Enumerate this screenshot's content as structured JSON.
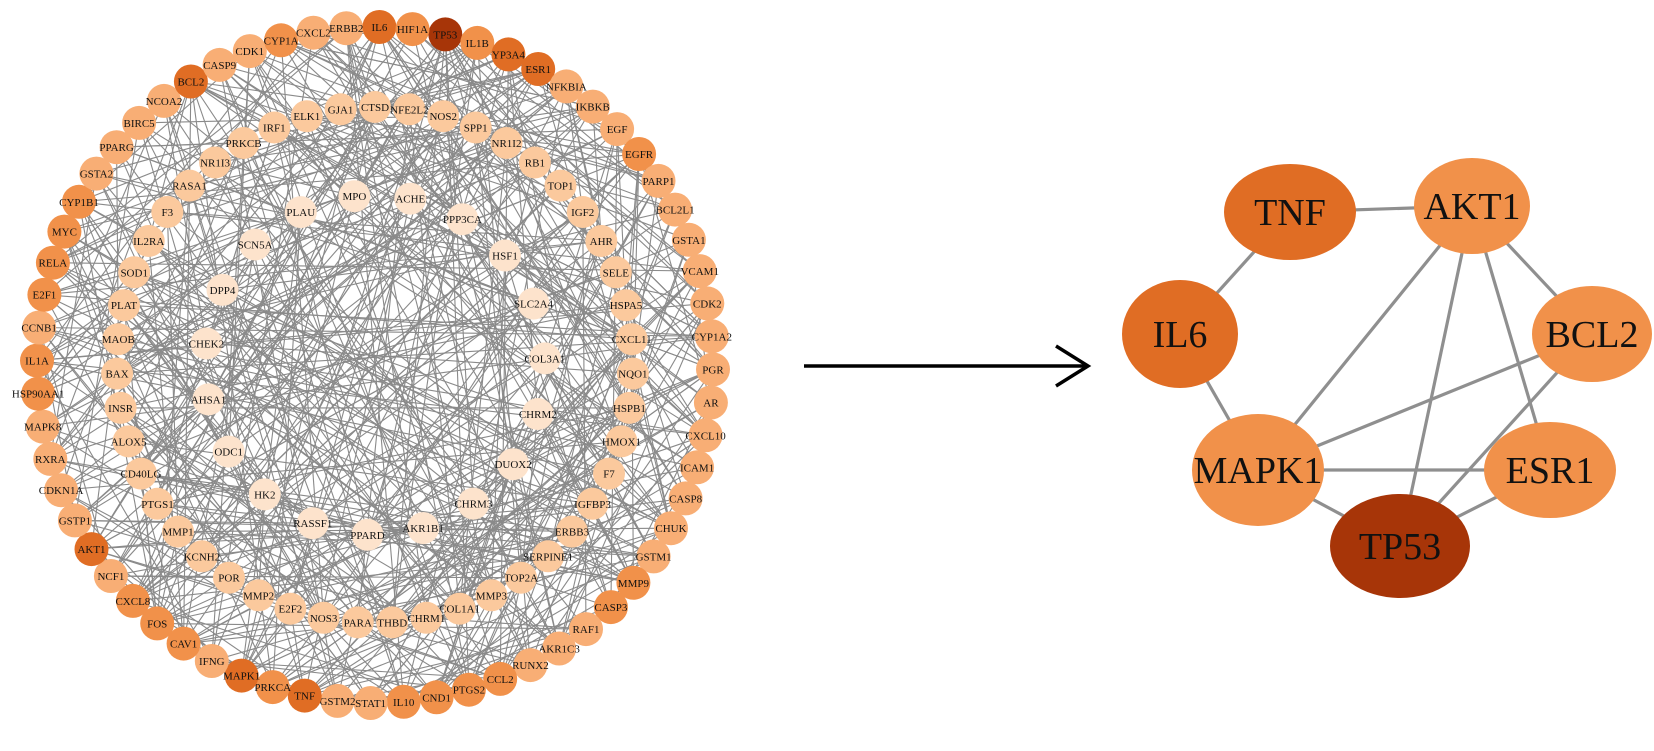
{
  "colors": {
    "background": "#ffffff",
    "edge": "#8a8a8a",
    "arrow": "#000000",
    "tiers": [
      "#fde3cc",
      "#fbc99d",
      "#f8ae75",
      "#f1914a",
      "#e06d24",
      "#a73508"
    ]
  },
  "full_network": {
    "outer_ring": [
      {
        "label": "TP53",
        "tier": 5
      },
      {
        "label": "IL1B",
        "tier": 3
      },
      {
        "label": "YP3A4",
        "tier": 4
      },
      {
        "label": "ESR1",
        "tier": 4
      },
      {
        "label": "NFKBIA",
        "tier": 2
      },
      {
        "label": "IKBKB",
        "tier": 2
      },
      {
        "label": "EGF",
        "tier": 2
      },
      {
        "label": "EGFR",
        "tier": 3
      },
      {
        "label": "PARP1",
        "tier": 2
      },
      {
        "label": "BCL2L1",
        "tier": 2
      },
      {
        "label": "GSTA1",
        "tier": 2
      },
      {
        "label": "VCAM1",
        "tier": 2
      },
      {
        "label": "CDK2",
        "tier": 2
      },
      {
        "label": "CYP1A2",
        "tier": 2
      },
      {
        "label": "PGR",
        "tier": 2
      },
      {
        "label": "AR",
        "tier": 2
      },
      {
        "label": "CXCL10",
        "tier": 2
      },
      {
        "label": "ICAM1",
        "tier": 2
      },
      {
        "label": "CASP8",
        "tier": 2
      },
      {
        "label": "CHUK",
        "tier": 2
      },
      {
        "label": "GSTM1",
        "tier": 2
      },
      {
        "label": "MMP9",
        "tier": 3
      },
      {
        "label": "CASP3",
        "tier": 3
      },
      {
        "label": "RAF1",
        "tier": 2
      },
      {
        "label": "AKR1C3",
        "tier": 2
      },
      {
        "label": "RUNX2",
        "tier": 2
      },
      {
        "label": "CCL2",
        "tier": 3
      },
      {
        "label": "PTGS2",
        "tier": 3
      },
      {
        "label": "CND1",
        "tier": 3
      },
      {
        "label": "IL10",
        "tier": 3
      },
      {
        "label": "STAT1",
        "tier": 2
      },
      {
        "label": "GSTM2",
        "tier": 2
      },
      {
        "label": "TNF",
        "tier": 4
      },
      {
        "label": "PRKCA",
        "tier": 3
      },
      {
        "label": "MAPK1",
        "tier": 4
      },
      {
        "label": "IFNG",
        "tier": 2
      },
      {
        "label": "CAV1",
        "tier": 3
      },
      {
        "label": "FOS",
        "tier": 3
      },
      {
        "label": "CXCL8",
        "tier": 3
      },
      {
        "label": "NCF1",
        "tier": 2
      },
      {
        "label": "AKT1",
        "tier": 4
      },
      {
        "label": "GSTP1",
        "tier": 2
      },
      {
        "label": "CDKN1A",
        "tier": 2
      },
      {
        "label": "RXRA",
        "tier": 2
      },
      {
        "label": "MAPK8",
        "tier": 2
      },
      {
        "label": "HSP90AA1",
        "tier": 3
      },
      {
        "label": "IL1A",
        "tier": 3
      },
      {
        "label": "CCNB1",
        "tier": 2
      },
      {
        "label": "E2F1",
        "tier": 3
      },
      {
        "label": "RELA",
        "tier": 3
      },
      {
        "label": "MYC",
        "tier": 3
      },
      {
        "label": "CYP1B1",
        "tier": 3
      },
      {
        "label": "GSTA2",
        "tier": 2
      },
      {
        "label": "PPARG",
        "tier": 2
      },
      {
        "label": "BIRC5",
        "tier": 2
      },
      {
        "label": "NCOA2",
        "tier": 2
      },
      {
        "label": "BCL2",
        "tier": 4
      },
      {
        "label": "CASP9",
        "tier": 2
      },
      {
        "label": "CDK1",
        "tier": 2
      },
      {
        "label": "CYP1A",
        "tier": 3
      },
      {
        "label": "CXCL2",
        "tier": 2
      },
      {
        "label": "ERBB2",
        "tier": 2
      },
      {
        "label": "IL6",
        "tier": 4
      },
      {
        "label": "HIF1A",
        "tier": 3
      }
    ],
    "middle_ring": [
      {
        "label": "CTSD",
        "tier": 1
      },
      {
        "label": "NFE2L2",
        "tier": 1
      },
      {
        "label": "NOS2",
        "tier": 1
      },
      {
        "label": "SPP1",
        "tier": 1
      },
      {
        "label": "NR1I2",
        "tier": 1
      },
      {
        "label": "RB1",
        "tier": 1
      },
      {
        "label": "TOP1",
        "tier": 1
      },
      {
        "label": "IGF2",
        "tier": 1
      },
      {
        "label": "AHR",
        "tier": 1
      },
      {
        "label": "SELE",
        "tier": 1
      },
      {
        "label": "HSPA5",
        "tier": 1
      },
      {
        "label": "CXCL11",
        "tier": 1
      },
      {
        "label": "NQO1",
        "tier": 1
      },
      {
        "label": "HSPB1",
        "tier": 1
      },
      {
        "label": "HMOX1",
        "tier": 1
      },
      {
        "label": "F7",
        "tier": 1
      },
      {
        "label": "IGFBP3",
        "tier": 1
      },
      {
        "label": "ERBB3",
        "tier": 1
      },
      {
        "label": "SERPINE1",
        "tier": 1
      },
      {
        "label": "TOP2A",
        "tier": 1
      },
      {
        "label": "MMP3",
        "tier": 1
      },
      {
        "label": "COL1A1",
        "tier": 1
      },
      {
        "label": "CHRM1",
        "tier": 1
      },
      {
        "label": "THBD",
        "tier": 1
      },
      {
        "label": "PARA",
        "tier": 1
      },
      {
        "label": "NOS3",
        "tier": 1
      },
      {
        "label": "E2F2",
        "tier": 1
      },
      {
        "label": "MMP2",
        "tier": 1
      },
      {
        "label": "POR",
        "tier": 1
      },
      {
        "label": "KCNH2",
        "tier": 1
      },
      {
        "label": "MMP1",
        "tier": 1
      },
      {
        "label": "PTGS1",
        "tier": 1
      },
      {
        "label": "CD40LG",
        "tier": 1
      },
      {
        "label": "ALOX5",
        "tier": 1
      },
      {
        "label": "INSR",
        "tier": 1
      },
      {
        "label": "BAX",
        "tier": 1
      },
      {
        "label": "MAOB",
        "tier": 1
      },
      {
        "label": "PLAT",
        "tier": 1
      },
      {
        "label": "SOD1",
        "tier": 1
      },
      {
        "label": "IL2RA",
        "tier": 1
      },
      {
        "label": "F3",
        "tier": 1
      },
      {
        "label": "RASA1",
        "tier": 1
      },
      {
        "label": "NR1I3",
        "tier": 1
      },
      {
        "label": "PRKCB",
        "tier": 1
      },
      {
        "label": "IRF1",
        "tier": 1
      },
      {
        "label": "ELK1",
        "tier": 1
      },
      {
        "label": "GJA1",
        "tier": 1
      }
    ],
    "inner_ring": [
      {
        "label": "ACHE",
        "tier": 0
      },
      {
        "label": "PPP3CA",
        "tier": 0
      },
      {
        "label": "HSF1",
        "tier": 0
      },
      {
        "label": "SLC2A4",
        "tier": 0
      },
      {
        "label": "COL3A1",
        "tier": 0
      },
      {
        "label": "CHRM2",
        "tier": 0
      },
      {
        "label": "DUOX2",
        "tier": 0
      },
      {
        "label": "CHRM3",
        "tier": 0
      },
      {
        "label": "AKR1B1",
        "tier": 0
      },
      {
        "label": "PPARD",
        "tier": 0
      },
      {
        "label": "RASSF1",
        "tier": 0
      },
      {
        "label": "HK2",
        "tier": 0
      },
      {
        "label": "ODC1",
        "tier": 0
      },
      {
        "label": "AHSA1",
        "tier": 0
      },
      {
        "label": "CHEK2",
        "tier": 0
      },
      {
        "label": "DPP4",
        "tier": 0
      },
      {
        "label": "SCN5A",
        "tier": 0
      },
      {
        "label": "PLAU",
        "tier": 0
      },
      {
        "label": "MPO",
        "tier": 0
      }
    ]
  },
  "hub_network": {
    "nodes": [
      {
        "label": "TNF",
        "tier": 4
      },
      {
        "label": "AKT1",
        "tier": 3
      },
      {
        "label": "BCL2",
        "tier": 3
      },
      {
        "label": "ESR1",
        "tier": 3
      },
      {
        "label": "TP53",
        "tier": 5
      },
      {
        "label": "MAPK1",
        "tier": 3
      },
      {
        "label": "IL6",
        "tier": 4
      }
    ],
    "edges": [
      [
        "TNF",
        "AKT1"
      ],
      [
        "TNF",
        "IL6"
      ],
      [
        "IL6",
        "MAPK1"
      ],
      [
        "AKT1",
        "BCL2"
      ],
      [
        "AKT1",
        "ESR1"
      ],
      [
        "AKT1",
        "TP53"
      ],
      [
        "AKT1",
        "MAPK1"
      ],
      [
        "BCL2",
        "TP53"
      ],
      [
        "BCL2",
        "MAPK1"
      ],
      [
        "ESR1",
        "TP53"
      ],
      [
        "ESR1",
        "MAPK1"
      ],
      [
        "MAPK1",
        "TP53"
      ]
    ]
  }
}
